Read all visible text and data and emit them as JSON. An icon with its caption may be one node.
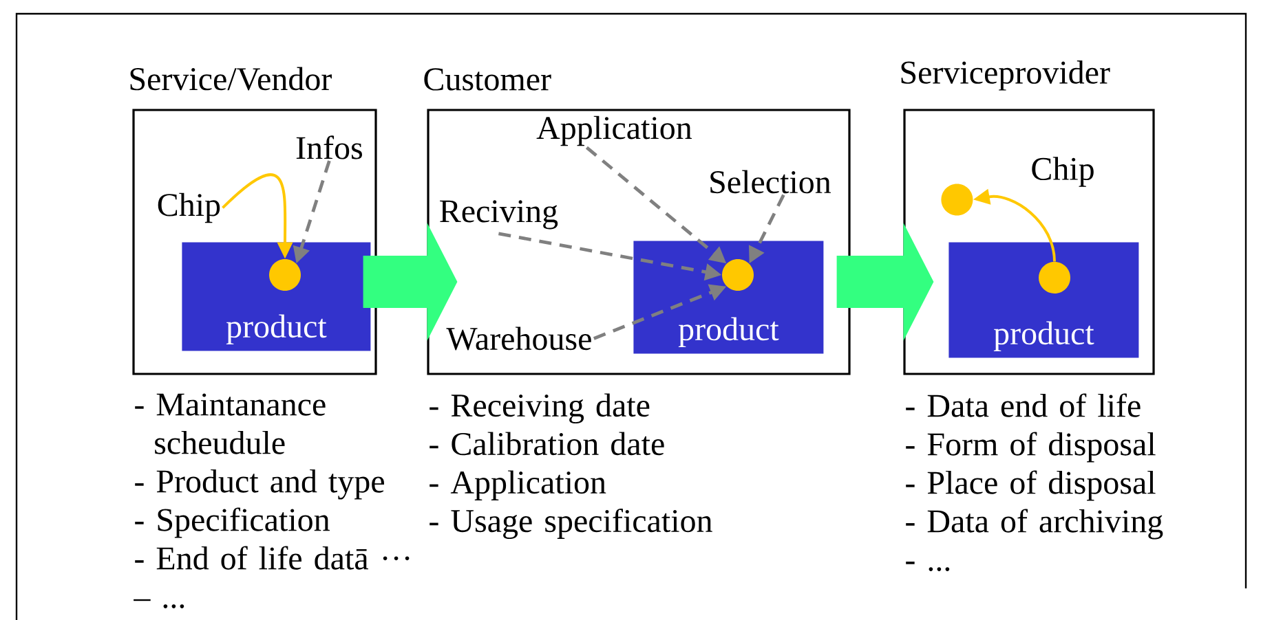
{
  "diagram": {
    "nodes": [
      {
        "text": [
          "Service/Vendor"
        ],
        "beside": [
          "- Maintanance scheudule",
          "- Product and type",
          "- Specification",
          "- End of life datā ···",
          "– ..."
        ]
      },
      {
        "text": [
          "product"
        ],
        "in": 0
      },
      {
        "text": [],
        "shape": "circle",
        "in": 1
      },
      {
        "text": [
          "Chip"
        ],
        "in": 0
      },
      {
        "text": [
          "Infos"
        ],
        "in": 0
      },
      {
        "text": [
          "Customer"
        ],
        "beside": [
          "- Receiving date",
          "- Calibration date",
          "- Application",
          "- Usage specification"
        ]
      },
      {
        "text": [
          "Application"
        ],
        "in": 5
      },
      {
        "text": [
          "Selection"
        ],
        "in": 5
      },
      {
        "text": [
          "Reciving"
        ],
        "in": 5
      },
      {
        "text": [
          "Warehouse"
        ],
        "in": 5
      },
      {
        "text": [
          "product"
        ],
        "in": 5
      },
      {
        "text": [],
        "shape": "circle",
        "in": 10
      },
      {
        "text": [
          "Serviceprovider"
        ],
        "beside": [
          "- Data end of life",
          "- Form of disposal",
          "- Place of disposal",
          "- Data of archiving",
          "- ..."
        ]
      },
      {
        "text": [],
        "shape": "circle",
        "in": 12
      },
      {
        "text": [
          "product"
        ],
        "in": 12
      },
      {
        "text": [],
        "shape": "circle",
        "in": 14
      }
    ],
    "edges": [
      {
        "from": 3,
        "to": 2,
        "arrow": "to",
        "color": "#ffc800"
      },
      {
        "from": 4,
        "to": 2,
        "arrow": "to",
        "style": "dashed"
      },
      {
        "from": 0,
        "to": 5,
        "arrow": "to",
        "style": "thick",
        "color": "#33ff80"
      },
      {
        "from": 6,
        "to": 11,
        "arrow": "to",
        "style": "dashed"
      },
      {
        "from": 7,
        "to": 11,
        "arrow": "to",
        "style": "dashed"
      },
      {
        "from": 8,
        "to": 11,
        "arrow": "to",
        "style": "dashed"
      },
      {
        "from": 9,
        "to": 11,
        "arrow": "to",
        "style": "dashed"
      },
      {
        "from": 5,
        "to": 12,
        "arrow": "to",
        "style": "thick",
        "color": "#33ff80"
      },
      {
        "from": 15,
        "to": 13,
        "arrow": "to",
        "color": "#ffc800",
        "label": "Chip"
      }
    ]
  }
}
